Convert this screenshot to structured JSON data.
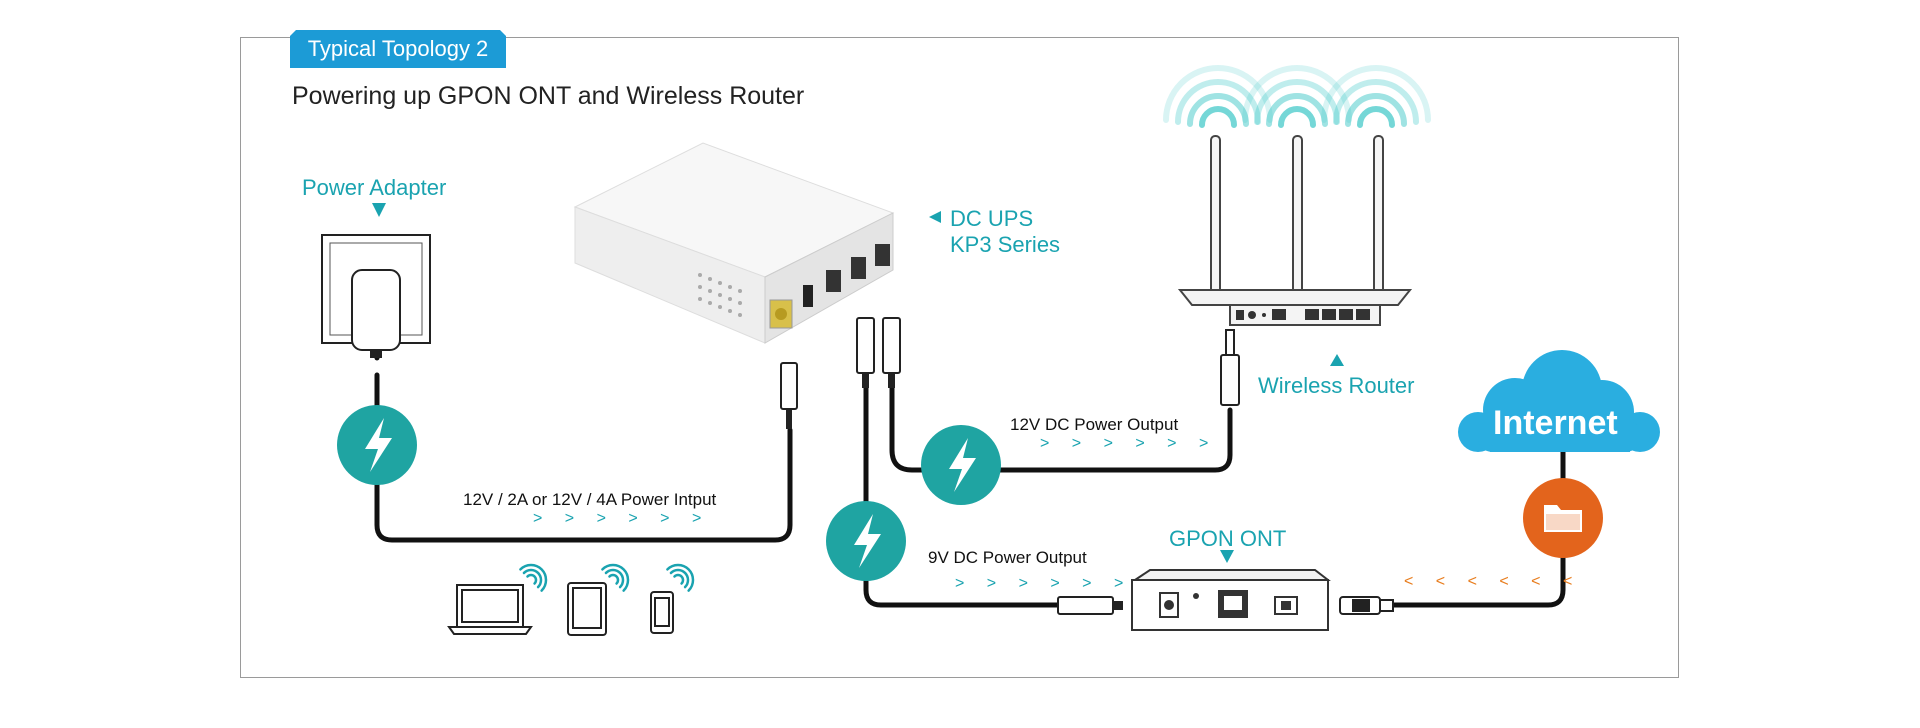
{
  "header": {
    "tag": "Typical Topology 2",
    "subtitle": "Powering up GPON ONT and Wireless Router"
  },
  "labels": {
    "power_adapter": "Power Adapter",
    "dc_ups_line1": "DC UPS",
    "dc_ups_line2": "KP3 Series",
    "wireless_router": "Wireless Router",
    "gpon_ont": "GPON ONT",
    "internet": "Internet"
  },
  "connections": {
    "input": "12V / 2A or 12V / 4A Power Intput",
    "out12": "12V DC Power Output",
    "out9": "9V DC Power Output"
  },
  "flow_arrows": {
    "teal": "> > > > > >",
    "orange": "< < < < < <"
  },
  "colors": {
    "accent_teal": "#1aa3b0",
    "tag_blue": "#1c9bd6",
    "cloud_blue": "#2aaee0",
    "internet_orange": "#e3641c",
    "cable": "#111111"
  },
  "icons": [
    "lightning-icon",
    "folder-icon",
    "wifi-icon",
    "laptop-icon",
    "tablet-icon",
    "phone-icon"
  ]
}
